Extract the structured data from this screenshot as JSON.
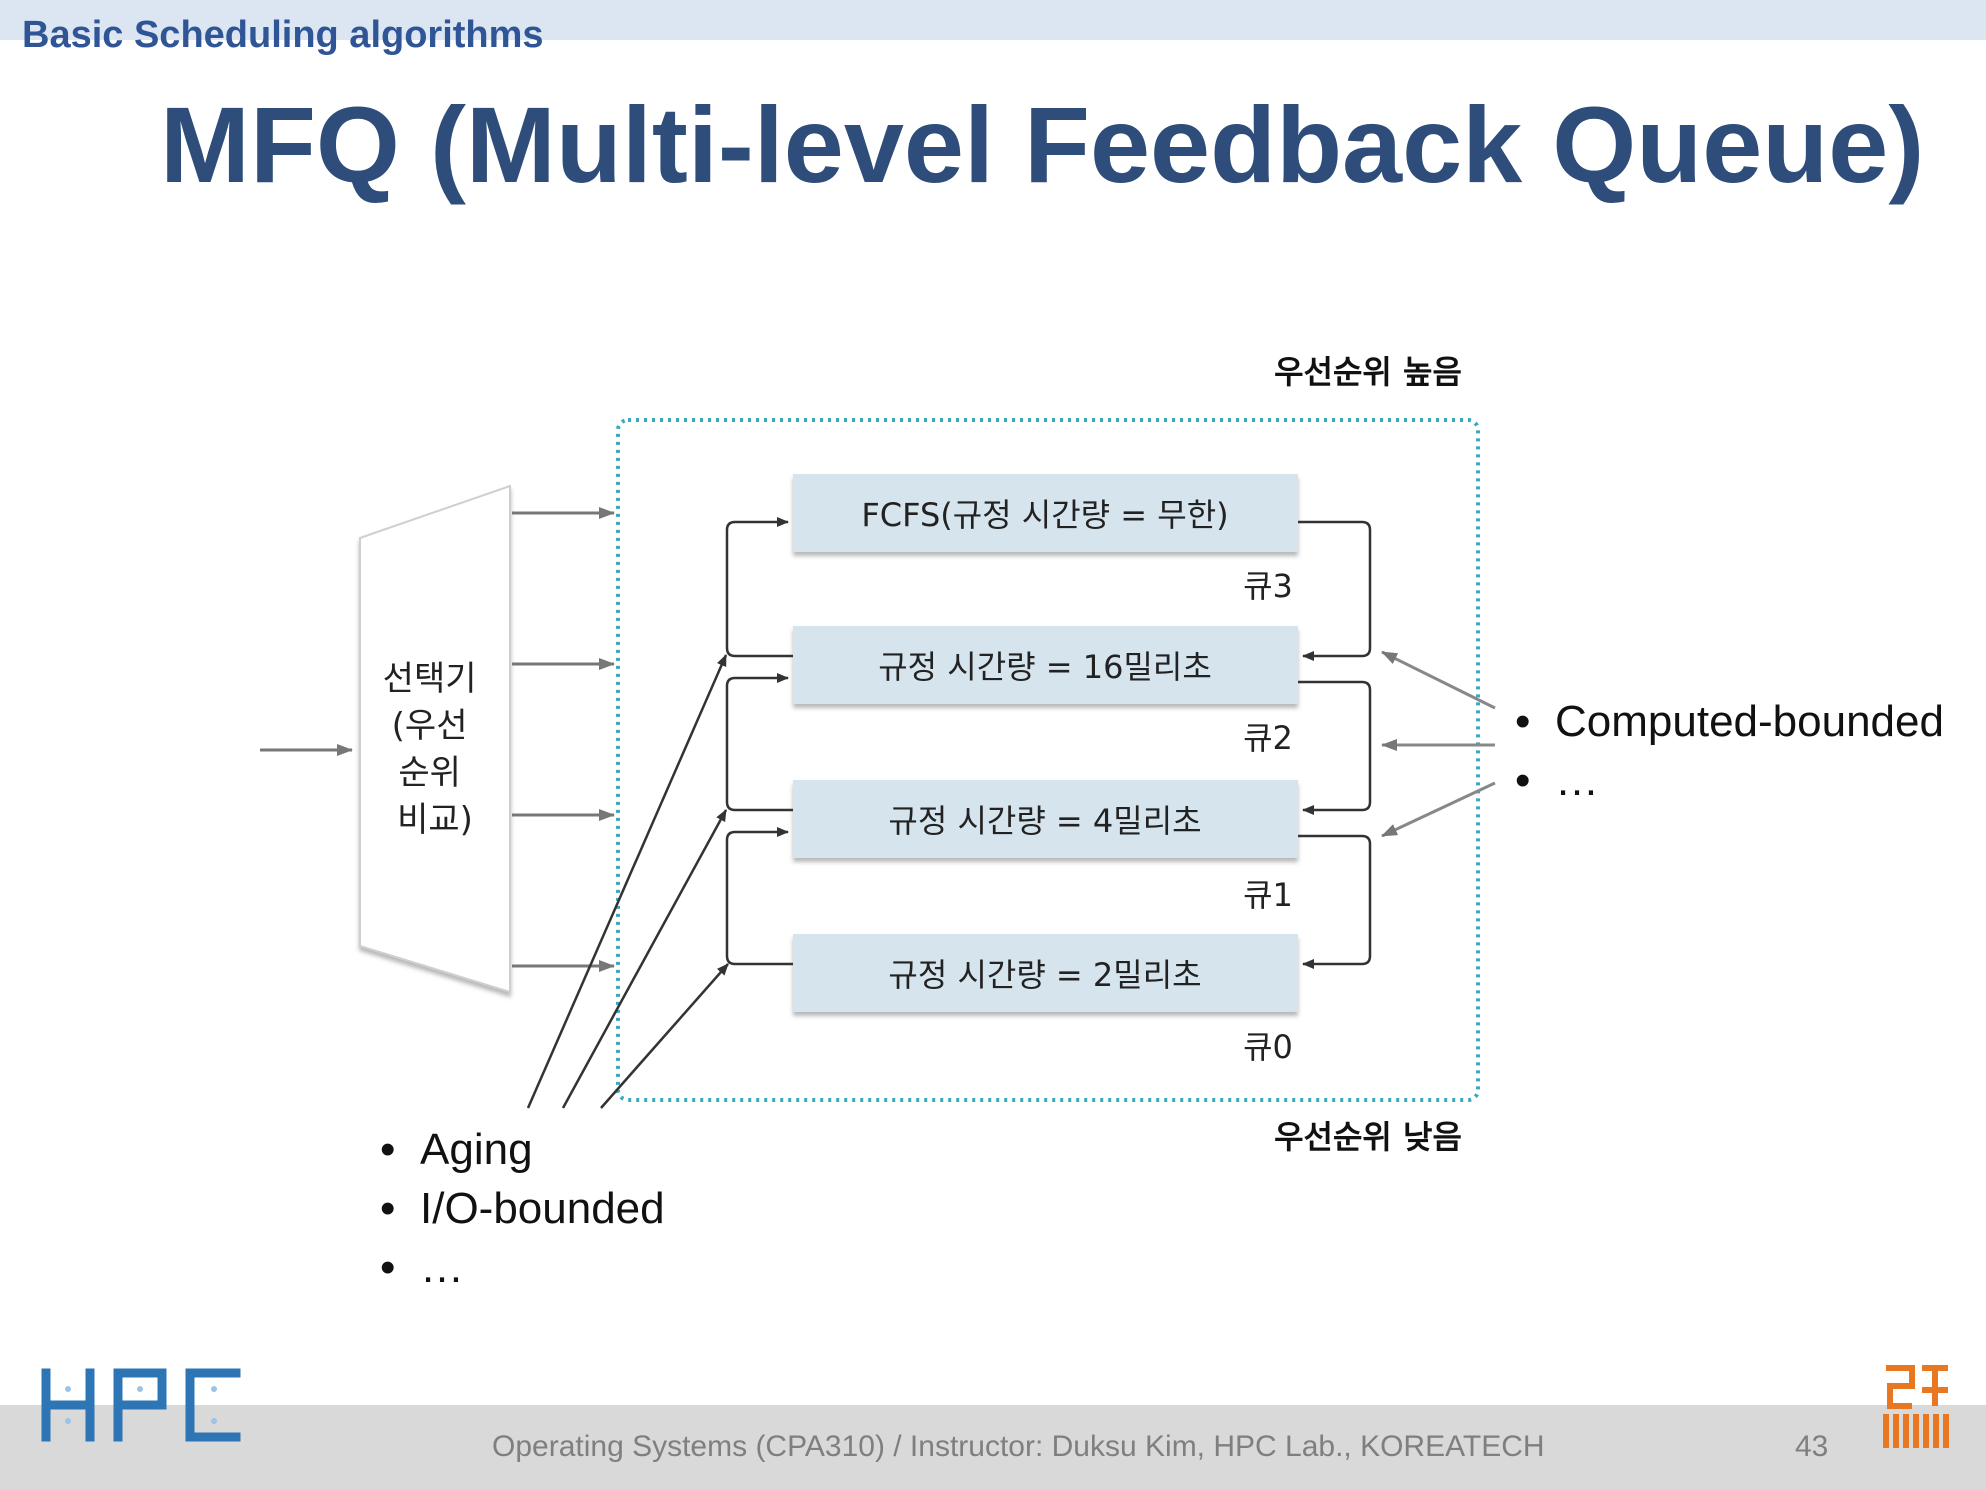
{
  "header": {
    "section_title": "Basic Scheduling algorithms",
    "title": "MFQ (Multi-level Feedback Queue)"
  },
  "diagram": {
    "priority_high": "우선순위 높음",
    "priority_low": "우선순위 낮음",
    "selector_lines": [
      "선택기",
      "(우선",
      "순위",
      "비교)"
    ],
    "queues": [
      {
        "label": "FCFS(규정 시간량 = 무한)",
        "name": "큐3"
      },
      {
        "label": "규정 시간량 = 16밀리초",
        "name": "큐2"
      },
      {
        "label": "규정 시간량 = 4밀리초",
        "name": "큐1"
      },
      {
        "label": "규정 시간량 = 2밀리초",
        "name": "큐0"
      }
    ]
  },
  "bullets_left": [
    "Aging",
    "I/O-bounded",
    "…"
  ],
  "bullets_right": [
    "Computed-bounded",
    "…"
  ],
  "footer": {
    "text": "Operating Systems (CPA310) / Instructor: Duksu Kim, HPC Lab., KOREATECH",
    "page_number": "43"
  },
  "logos": {
    "left_logo_text": "HPC",
    "left_logo_color": "#2e75b6",
    "right_logo_color": "#e87722"
  },
  "colors": {
    "title": "#2e4d7a",
    "section_title": "#2f5597",
    "queue_box": "#d6e4ee",
    "dotted_border": "#3ba7c0"
  }
}
